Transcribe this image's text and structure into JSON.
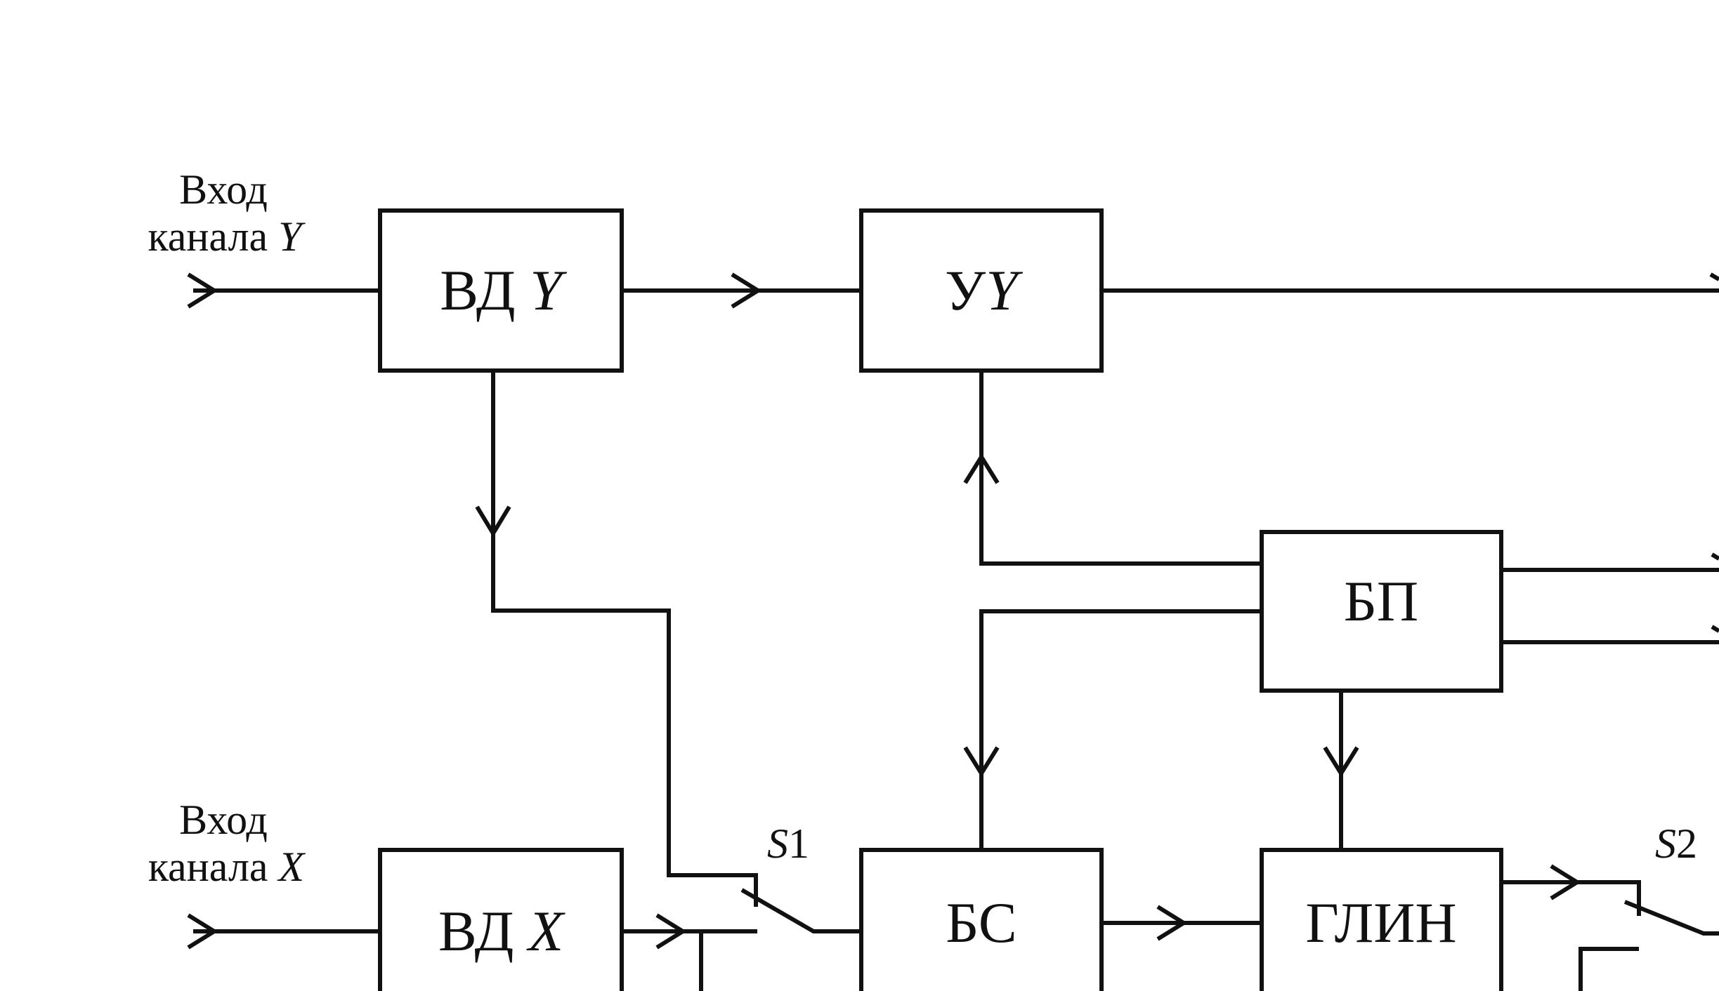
{
  "blocks": {
    "vd_y": {
      "name": "ВД",
      "var": "Y"
    },
    "uy": {
      "name": "У",
      "var": "Y"
    },
    "bp": {
      "name": "БП"
    },
    "vd_x": {
      "name": "ВД",
      "var": "X"
    },
    "bs": {
      "name": "БС"
    },
    "glin": {
      "name": "ГЛИН"
    }
  },
  "inputs": {
    "y": {
      "line1": "Вход",
      "line2": "канала",
      "var": "Y"
    },
    "x": {
      "line1": "Вход",
      "line2": "канала",
      "var": "X"
    }
  },
  "switches": {
    "s1": {
      "letter": "S",
      "number": "1"
    },
    "s2": {
      "letter": "S",
      "number": "2"
    }
  }
}
